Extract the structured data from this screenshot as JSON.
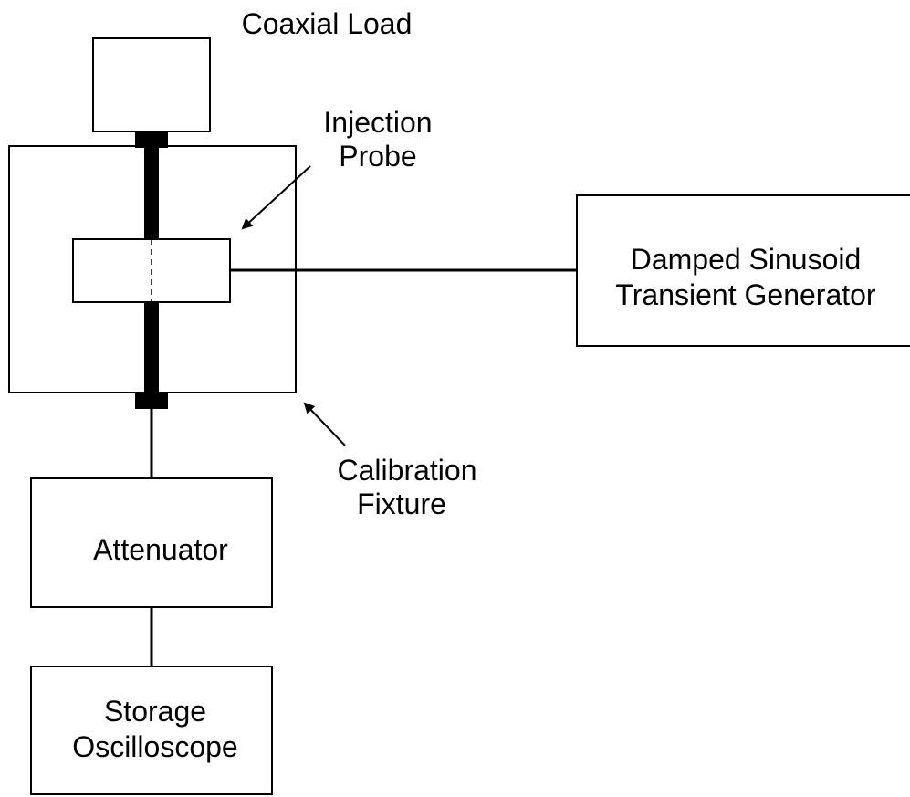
{
  "diagram": {
    "labels": {
      "coaxial_load": "Coaxial Load",
      "injection_probe_line1": "Injection",
      "injection_probe_line2": "Probe",
      "generator_line1": "Damped Sinusoid",
      "generator_line2": "Transient Generator",
      "calibration_line1": "Calibration",
      "calibration_line2": "Fixture",
      "attenuator": "Attenuator",
      "oscilloscope_line1": "Storage",
      "oscilloscope_line2": "Oscilloscope"
    }
  }
}
